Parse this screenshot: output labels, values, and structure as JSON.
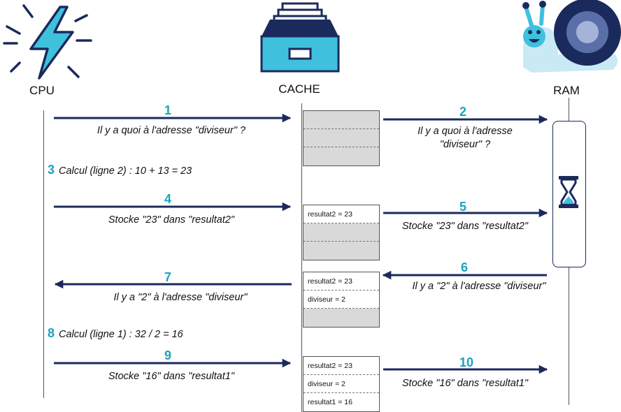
{
  "columns": {
    "cpu": "CPU",
    "cache": "CACHE",
    "ram": "RAM"
  },
  "steps": {
    "s1": {
      "num": "1",
      "text": "Il y a quoi à l'adresse \"diviseur\" ?"
    },
    "s2": {
      "num": "2",
      "text": "Il y a quoi à l'adresse \"diviseur\" ?"
    },
    "s3": {
      "num": "3",
      "text": "Calcul (ligne 2) : 10 + 13 = 23"
    },
    "s4": {
      "num": "4",
      "text": "Stocke \"23\" dans \"resultat2\""
    },
    "s5": {
      "num": "5",
      "text": "Stocke \"23\" dans \"resultat2\""
    },
    "s6": {
      "num": "6",
      "text": "Il y a \"2\" à l'adresse \"diviseur\""
    },
    "s7": {
      "num": "7",
      "text": "Il y a \"2\" à l'adresse \"diviseur\""
    },
    "s8": {
      "num": "8",
      "text": "Calcul (ligne 1) : 32 / 2 = 16"
    },
    "s9": {
      "num": "9",
      "text": "Stocke \"16\" dans \"resultat1\""
    },
    "s10": {
      "num": "10",
      "text": "Stocke \"16\" dans \"resultat1\""
    }
  },
  "cache_states": {
    "c1": [
      "",
      "",
      ""
    ],
    "c2": [
      "resultat2 = 23",
      "",
      ""
    ],
    "c3": [
      "resultat2 = 23",
      "diviseur = 2",
      ""
    ],
    "c4": [
      "resultat2 = 23",
      "diviseur = 2",
      "resultat1 = 16"
    ]
  },
  "colors": {
    "arrow": "#1b2a5c",
    "step_number": "#1aa3bf",
    "cache_empty": "#d9d9d9",
    "icon_cyan": "#3fc1de",
    "icon_navy": "#1b2a5c",
    "ram_snail_light": "#c9e9f4"
  },
  "icons": {
    "cpu": "lightning-icon",
    "cache": "file-drawer-icon",
    "ram": "snail-icon",
    "ram_wait": "hourglass-icon"
  }
}
